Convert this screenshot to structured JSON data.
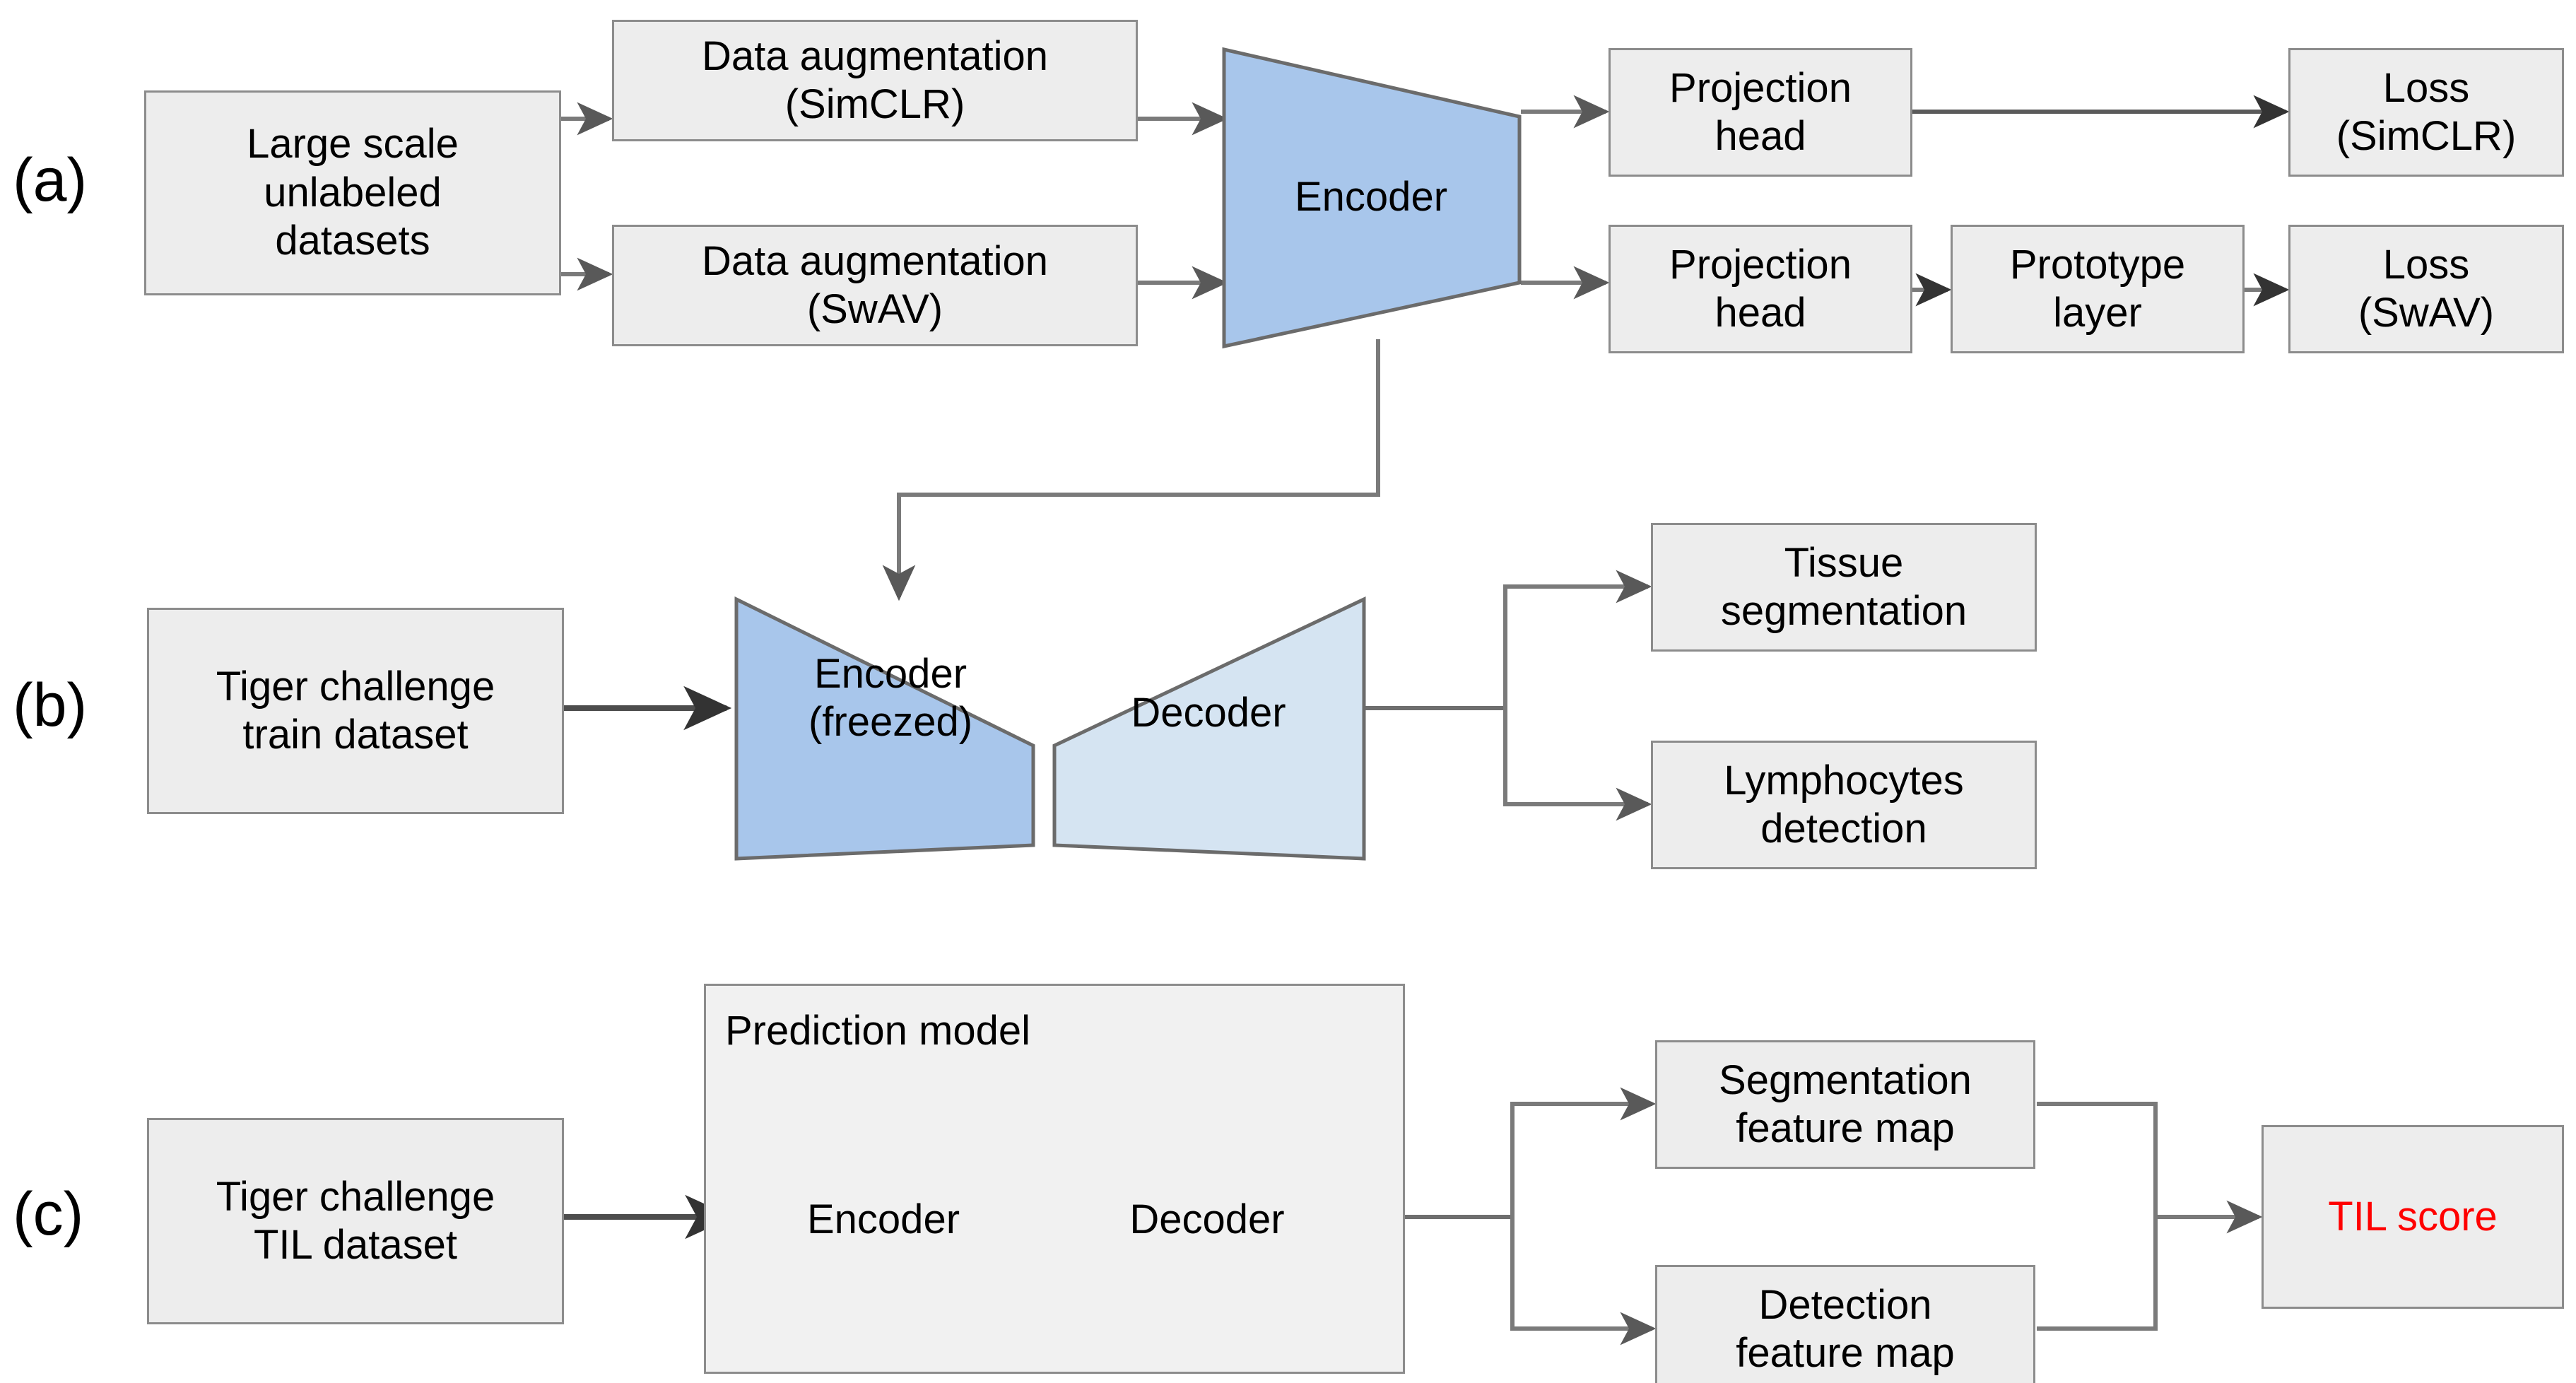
{
  "figure": {
    "title": "Self-supervised pretraining, segmentation/detection finetuning and TIL score pipeline",
    "colors": {
      "encoder_fill": "#a8c6eb",
      "decoder_fill": "#d5e4f2",
      "box_fill": "#ededed",
      "box_border": "#8c8c8c",
      "group_fill": "#f1f1f1",
      "arrow": "#808080",
      "arrow_dark": "#4d4d4d",
      "til_score_text": "#ff0000",
      "text": "#000000",
      "background": "#ffffff"
    }
  },
  "panels": {
    "a": {
      "label": "(a)"
    },
    "b": {
      "label": "(b)"
    },
    "c": {
      "label": "(c)"
    }
  },
  "row_a": {
    "dataset": "Large scale\nunlabeled\ndatasets",
    "aug_simclr": "Data augmentation\n(SimCLR)",
    "aug_swav": "Data augmentation\n(SwAV)",
    "encoder": "Encoder",
    "projection_head_top": "Projection\nhead",
    "projection_head_bottom": "Projection\nhead",
    "prototype_layer": "Prototype\nlayer",
    "loss_simclr": "Loss\n(SimCLR)",
    "loss_swav": "Loss\n(SwAV)"
  },
  "row_b": {
    "dataset": "Tiger challenge\ntrain dataset",
    "encoder": "Encoder\n(freezed)",
    "decoder": "Decoder",
    "tissue_segmentation": "Tissue\nsegmentation",
    "lymphocytes_detection": "Lymphocytes\ndetection"
  },
  "row_c": {
    "dataset": "Tiger challenge\nTIL dataset",
    "group_title": "Prediction model",
    "encoder": "Encoder",
    "decoder": "Decoder",
    "segmentation_feature_map": "Segmentation\nfeature map",
    "detection_feature_map": "Detection\nfeature map",
    "til_score": "TIL score"
  },
  "chart_data": {
    "type": "diagram",
    "title": "TIL scoring pipeline block diagram",
    "nodes": [
      {
        "id": "a-dataset",
        "panel": "a",
        "label": "Large scale unlabeled datasets",
        "shape": "rect"
      },
      {
        "id": "a-aug-simclr",
        "panel": "a",
        "label": "Data augmentation (SimCLR)",
        "shape": "rect"
      },
      {
        "id": "a-aug-swav",
        "panel": "a",
        "label": "Data augmentation (SwAV)",
        "shape": "rect"
      },
      {
        "id": "a-encoder",
        "panel": "a",
        "label": "Encoder",
        "shape": "trapezoid",
        "fill": "#a8c6eb"
      },
      {
        "id": "a-proj-top",
        "panel": "a",
        "label": "Projection head",
        "shape": "rect"
      },
      {
        "id": "a-proj-bottom",
        "panel": "a",
        "label": "Projection head",
        "shape": "rect"
      },
      {
        "id": "a-prototype",
        "panel": "a",
        "label": "Prototype layer",
        "shape": "rect"
      },
      {
        "id": "a-loss-simclr",
        "panel": "a",
        "label": "Loss (SimCLR)",
        "shape": "rect"
      },
      {
        "id": "a-loss-swav",
        "panel": "a",
        "label": "Loss (SwAV)",
        "shape": "rect"
      },
      {
        "id": "b-dataset",
        "panel": "b",
        "label": "Tiger challenge train dataset",
        "shape": "rect"
      },
      {
        "id": "b-encoder",
        "panel": "b",
        "label": "Encoder (freezed)",
        "shape": "trapezoid",
        "fill": "#a8c6eb"
      },
      {
        "id": "b-decoder",
        "panel": "b",
        "label": "Decoder",
        "shape": "trapezoid",
        "fill": "#d5e4f2"
      },
      {
        "id": "b-tissue",
        "panel": "b",
        "label": "Tissue segmentation",
        "shape": "rect"
      },
      {
        "id": "b-lympho",
        "panel": "b",
        "label": "Lymphocytes detection",
        "shape": "rect"
      },
      {
        "id": "c-dataset",
        "panel": "c",
        "label": "Tiger challenge TIL dataset",
        "shape": "rect"
      },
      {
        "id": "c-group",
        "panel": "c",
        "label": "Prediction model",
        "shape": "group"
      },
      {
        "id": "c-encoder",
        "panel": "c",
        "label": "Encoder",
        "shape": "trapezoid",
        "fill": "#a8c6eb"
      },
      {
        "id": "c-decoder",
        "panel": "c",
        "label": "Decoder",
        "shape": "trapezoid",
        "fill": "#d5e4f2"
      },
      {
        "id": "c-seg-map",
        "panel": "c",
        "label": "Segmentation feature map",
        "shape": "rect"
      },
      {
        "id": "c-det-map",
        "panel": "c",
        "label": "Detection feature map",
        "shape": "rect"
      },
      {
        "id": "c-til",
        "panel": "c",
        "label": "TIL score",
        "shape": "rect",
        "text_color": "#ff0000"
      }
    ],
    "edges": [
      {
        "from": "a-dataset",
        "to": "a-aug-simclr"
      },
      {
        "from": "a-dataset",
        "to": "a-aug-swav"
      },
      {
        "from": "a-aug-simclr",
        "to": "a-encoder"
      },
      {
        "from": "a-aug-swav",
        "to": "a-encoder"
      },
      {
        "from": "a-encoder",
        "to": "a-proj-top"
      },
      {
        "from": "a-encoder",
        "to": "a-proj-bottom"
      },
      {
        "from": "a-proj-top",
        "to": "a-loss-simclr"
      },
      {
        "from": "a-proj-bottom",
        "to": "a-prototype"
      },
      {
        "from": "a-prototype",
        "to": "a-loss-swav"
      },
      {
        "from": "a-encoder",
        "to": "b-encoder"
      },
      {
        "from": "b-dataset",
        "to": "b-encoder"
      },
      {
        "from": "b-decoder",
        "to": "b-tissue"
      },
      {
        "from": "b-decoder",
        "to": "b-lympho"
      },
      {
        "from": "c-dataset",
        "to": "c-encoder"
      },
      {
        "from": "c-decoder",
        "to": "c-seg-map"
      },
      {
        "from": "c-decoder",
        "to": "c-det-map"
      },
      {
        "from": "c-seg-map",
        "to": "c-til"
      },
      {
        "from": "c-det-map",
        "to": "c-til"
      }
    ]
  }
}
